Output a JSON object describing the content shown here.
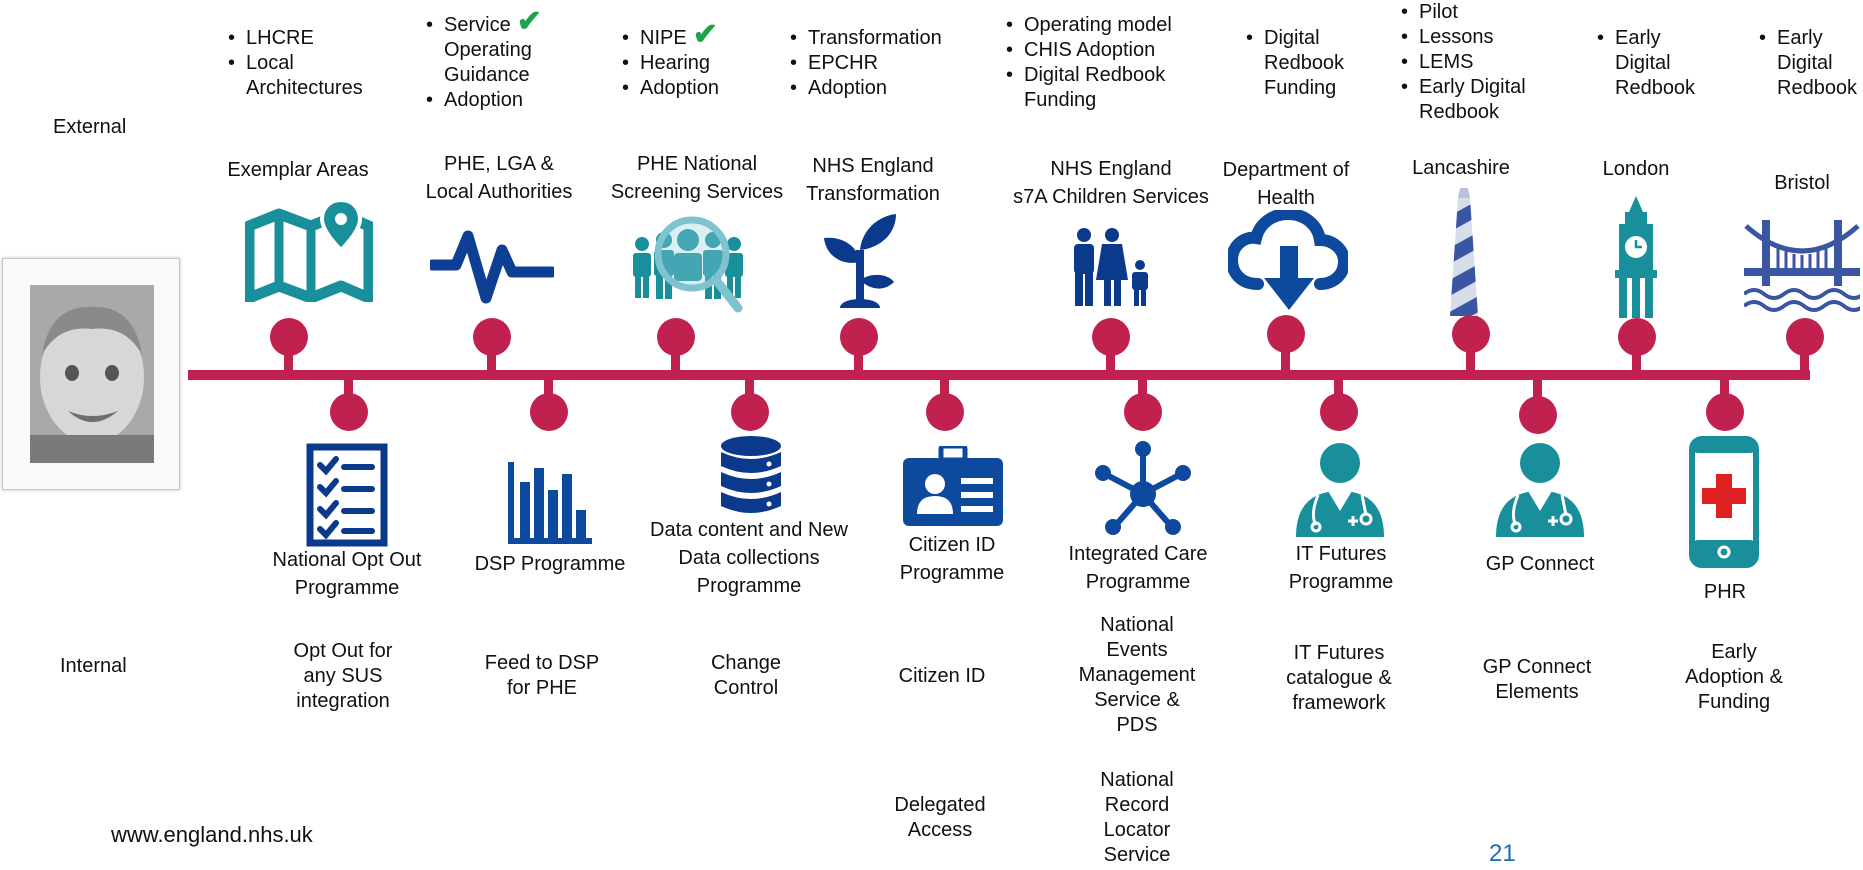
{
  "sections": {
    "external": "External",
    "internal": "Internal"
  },
  "external_items": [
    {
      "title": [
        "Exemplar Areas"
      ],
      "bullets": [
        [
          "LHCRE"
        ],
        [
          "Local",
          "Architectures"
        ]
      ],
      "icon": "map-pin-icon"
    },
    {
      "title": [
        "PHE, LGA &",
        "Local Authorities"
      ],
      "bullets": [
        [
          "Service",
          "Operating",
          "Guidance"
        ],
        [
          "Adoption"
        ]
      ],
      "check": "✔",
      "icon": "heartbeat-pulse-icon"
    },
    {
      "title": [
        "PHE National",
        "Screening Services"
      ],
      "bullets": [
        [
          "NIPE"
        ],
        [
          "Hearing"
        ],
        [
          "Adoption"
        ]
      ],
      "check": "✔",
      "icon": "people-magnifier-icon"
    },
    {
      "title": [
        "NHS England",
        "Transformation"
      ],
      "bullets": [
        [
          "Transformation"
        ],
        [
          "EPCHR"
        ],
        [
          "Adoption"
        ]
      ],
      "icon": "plant-sprout-icon"
    },
    {
      "title": [
        "NHS England",
        "s7A Children Services"
      ],
      "bullets": [
        [
          "Operating model"
        ],
        [
          "CHIS Adoption"
        ],
        [
          "Digital Redbook",
          "Funding"
        ]
      ],
      "icon": "family-icon"
    },
    {
      "title": [
        "Department of",
        "Health"
      ],
      "bullets": [
        [
          "Digital",
          "Redbook",
          "Funding"
        ]
      ],
      "icon": "cloud-download-icon"
    },
    {
      "title": [
        "Lancashire"
      ],
      "bullets": [
        [
          "Pilot"
        ],
        [
          "Lessons"
        ],
        [
          "LEMS"
        ],
        [
          "Early Digital",
          "Redbook"
        ]
      ],
      "icon": "lighthouse-icon"
    },
    {
      "title": [
        "London"
      ],
      "bullets": [
        [
          "Early",
          "Digital",
          "Redbook"
        ]
      ],
      "icon": "clock-tower-icon"
    },
    {
      "title": [
        "Bristol"
      ],
      "bullets": [
        [
          "Early",
          "Digital",
          "Redbook"
        ]
      ],
      "icon": "bridge-icon"
    }
  ],
  "internal_items": [
    {
      "title": [
        "National Opt Out",
        "Programme"
      ],
      "deliverables": [
        [
          "Opt Out for",
          "any SUS",
          "integration"
        ]
      ],
      "icon": "checklist-icon"
    },
    {
      "title": [
        "DSP Programme"
      ],
      "deliverables": [
        [
          "Feed to DSP",
          "for PHE"
        ]
      ],
      "icon": "bar-chart-icon"
    },
    {
      "title": [
        "Data content and New",
        "Data collections",
        "Programme"
      ],
      "deliverables": [
        [
          "Change",
          "Control"
        ]
      ],
      "icon": "database-icon"
    },
    {
      "title": [
        "Citizen ID",
        "Programme"
      ],
      "deliverables": [
        [
          "Citizen ID"
        ],
        [
          "Delegated",
          "Access"
        ]
      ],
      "icon": "id-card-icon"
    },
    {
      "title": [
        "Integrated Care",
        "Programme"
      ],
      "deliverables": [
        [
          "National",
          "Events",
          "Management",
          "Service &",
          "PDS"
        ],
        [
          "National",
          "Record",
          "Locator",
          "Service"
        ]
      ],
      "icon": "network-hub-icon"
    },
    {
      "title": [
        "IT Futures",
        "Programme"
      ],
      "deliverables": [
        [
          "IT Futures",
          "catalogue &",
          "framework"
        ]
      ],
      "icon": "doctor-icon"
    },
    {
      "title": [
        "GP Connect"
      ],
      "deliverables": [
        [
          "GP Connect",
          "Elements"
        ]
      ],
      "icon": "doctor-icon"
    },
    {
      "title": [
        "PHR"
      ],
      "deliverables": [
        [
          "Early",
          "Adoption &",
          "Funding"
        ]
      ],
      "icon": "mobile-phone-cross-icon"
    }
  ],
  "footer": {
    "url": "www.england.nhs.uk",
    "page": "21"
  },
  "colors": {
    "timeline": "#c1214e",
    "teal": "#1a8f9c",
    "navy": "#0b3a8c",
    "blue": "#0d4a9e",
    "check": "#1fa34a"
  }
}
